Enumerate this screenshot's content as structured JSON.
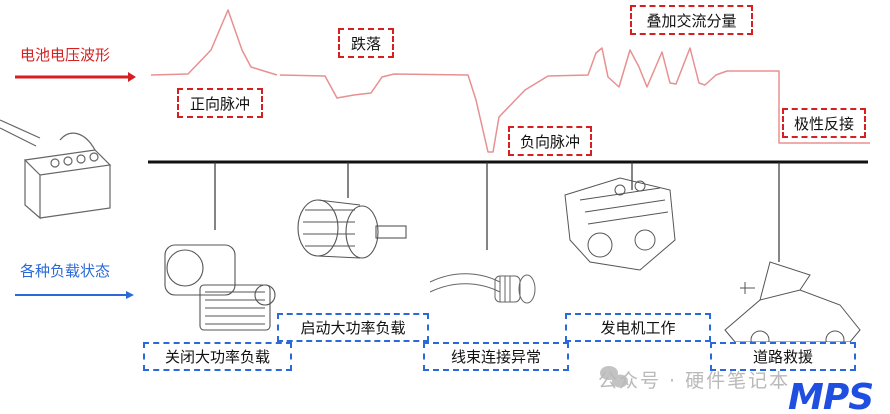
{
  "row_labels": {
    "voltage": "电池电压波形",
    "load": "各种负载状态"
  },
  "waveform_labels": [
    "正向脉冲",
    "跌落",
    "负向脉冲",
    "叠加交流分量",
    "极性反接"
  ],
  "load_states": [
    "关闭大功率负载",
    "启动大功率负载",
    "线束连接异常",
    "发电机工作",
    "道路救援"
  ],
  "watermark": "公众号 · 硬件笔记本",
  "logo": "MPS",
  "colors": {
    "red": "#d42020",
    "blue": "#2a6ad8",
    "wave": "#e89090"
  }
}
